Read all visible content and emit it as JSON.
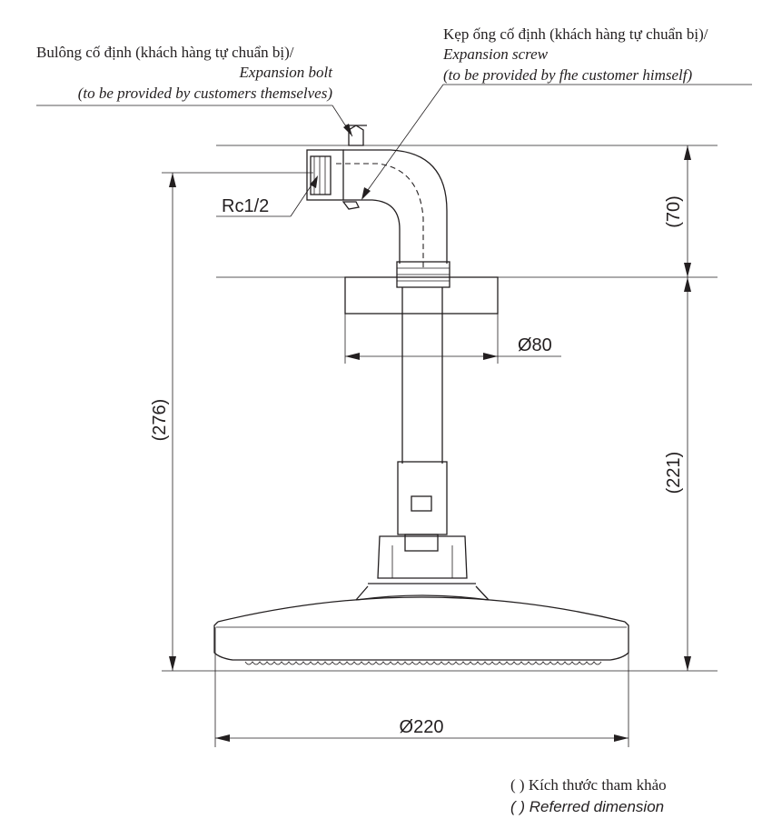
{
  "labels": {
    "bolt_vi": "Bulông cố định (khách hàng tự chuẩn bị)/",
    "bolt_en": "Expansion bolt",
    "bolt_en2": "(to be provided by customers themselves)",
    "screw_vi": "Kẹp ống cố định (khách hàng tự chuẩn bị)/",
    "screw_en": "Expansion screw",
    "screw_en2": "(to be provided by fhe customer himself)",
    "thread": "Rc1/2",
    "note_vi": "( ) Kích thước tham khảo",
    "note_en": "( ) Referred dimension"
  },
  "dimensions": {
    "top_height": "(70)",
    "arm_height": "(221)",
    "total_height": "(276)",
    "flange_diameter": "Ø80",
    "head_diameter": "Ø220"
  }
}
